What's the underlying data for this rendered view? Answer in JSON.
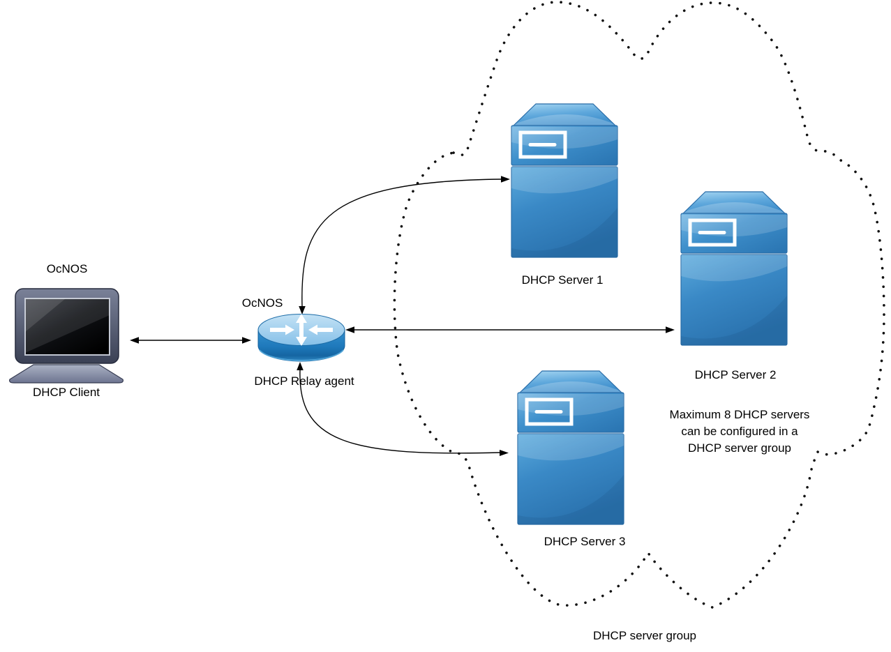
{
  "diagram": {
    "labels": {
      "client_os": "OcNOS",
      "client": "DHCP Client",
      "router_os": "OcNOS",
      "relay": "DHCP Relay agent",
      "server1": "DHCP Server 1",
      "server2": "DHCP Server 2",
      "server3": "DHCP Server 3",
      "note": "Maximum 8 DHCP servers\ncan be configured in a\nDHCP server group",
      "group": "DHCP server group"
    },
    "icons": {
      "client": "laptop-icon",
      "relay": "router-icon",
      "server": "server-icon",
      "boundary": "dotted-cloud-outline"
    },
    "colors": {
      "device_blue": "#3a8cc8",
      "device_blue_light": "#9ed1f0",
      "laptop_gray": "#565d74",
      "line_black": "#000000",
      "background": "#ffffff"
    }
  }
}
